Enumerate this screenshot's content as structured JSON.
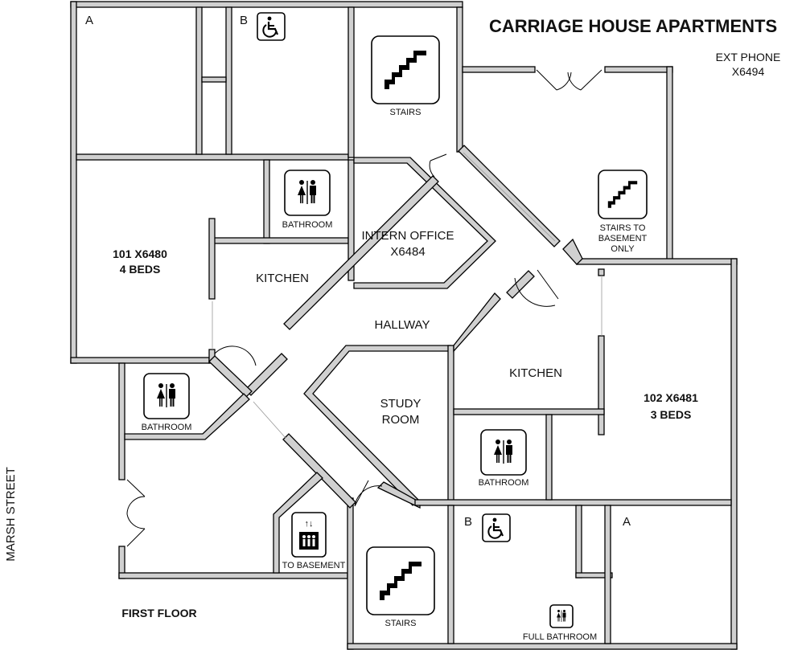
{
  "title": "CARRIAGE HOUSE APARTMENTS",
  "ext_phone": {
    "label": "EXT PHONE",
    "number": "X6494"
  },
  "street": "MARSH STREET",
  "floor": "FIRST FLOOR",
  "rooms": {
    "unit_101": {
      "line1": "101 X6480",
      "line2": "4 BEDS"
    },
    "unit_102": {
      "line1": "102 X6481",
      "line2": "3 BEDS"
    },
    "intern_office": {
      "line1": "INTERN OFFICE",
      "line2": "X6484"
    },
    "kitchen_left": "KITCHEN",
    "kitchen_right": "KITCHEN",
    "hallway": "HALLWAY",
    "study_room": {
      "line1": "STUDY",
      "line2": "ROOM"
    },
    "bedroom_a_top": "A",
    "bedroom_b_top": "B",
    "bedroom_a_bottom": "A",
    "bedroom_b_bottom": "B"
  },
  "icons": {
    "stairs_top": "STAIRS",
    "stairs_bottom": "STAIRS",
    "stairs_basement": {
      "line1": "STAIRS TO",
      "line2": "BASEMENT",
      "line3": "ONLY"
    },
    "bathroom_top": "BATHROOM",
    "bathroom_left": "BATHROOM",
    "bathroom_right": "BATHROOM",
    "full_bathroom": "FULL BATHROOM",
    "elevator": "TO BASEMENT",
    "elevator_arrows": "↑↓"
  }
}
